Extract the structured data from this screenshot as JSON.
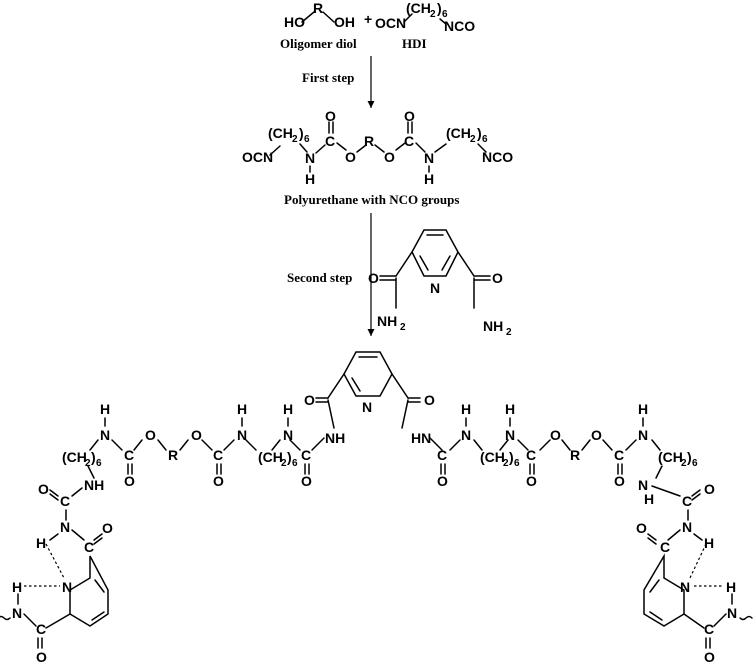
{
  "atoms": {
    "HO": "HO",
    "OH": "OH",
    "R": "R",
    "OCN": "OCN",
    "NCO": "NCO",
    "CH2": "(CH",
    "two": "2",
    "close_paren": ")",
    "six": "6",
    "C": "C",
    "O": "O",
    "N": "N",
    "H": "H",
    "NH": "NH",
    "HN": "HN",
    "NH2": "NH",
    "plus": "+"
  },
  "labels": {
    "oligomer_diol": "Oligomer diol",
    "hdi": "HDI",
    "first_step": "First step",
    "polyurethane": "Polyurethane with NCO groups",
    "second_step": "Second step"
  }
}
